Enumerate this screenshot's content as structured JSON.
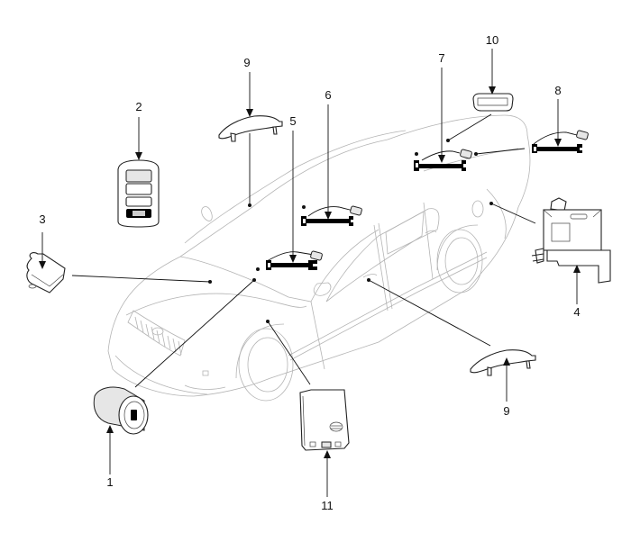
{
  "diagram": {
    "title": "Smart key system component location",
    "vehicle": "sedan (front-left three-quarter view)"
  },
  "components": [
    {
      "id": "1",
      "label": "1",
      "part": "start-stop-button"
    },
    {
      "id": "2",
      "label": "2",
      "part": "smart-key-fob"
    },
    {
      "id": "3",
      "label": "3",
      "part": "front-antenna-module"
    },
    {
      "id": "4",
      "label": "4",
      "part": "smart-key-control-module"
    },
    {
      "id": "5",
      "label": "5",
      "part": "interior-antenna-front"
    },
    {
      "id": "6",
      "label": "6",
      "part": "interior-antenna-rear"
    },
    {
      "id": "7",
      "label": "7",
      "part": "rear-shelf-antenna"
    },
    {
      "id": "8",
      "label": "8",
      "part": "bumper-antenna"
    },
    {
      "id": "9a",
      "label": "9",
      "part": "outside-door-handle-upper"
    },
    {
      "id": "9b",
      "label": "9",
      "part": "outside-door-handle-lower"
    },
    {
      "id": "10",
      "label": "10",
      "part": "trunk-lid-button"
    },
    {
      "id": "11",
      "label": "11",
      "part": "esc-ecu-module"
    }
  ],
  "colors": {
    "line": "#111111",
    "car_outline": "#b4b4b4",
    "background": "#ffffff"
  }
}
